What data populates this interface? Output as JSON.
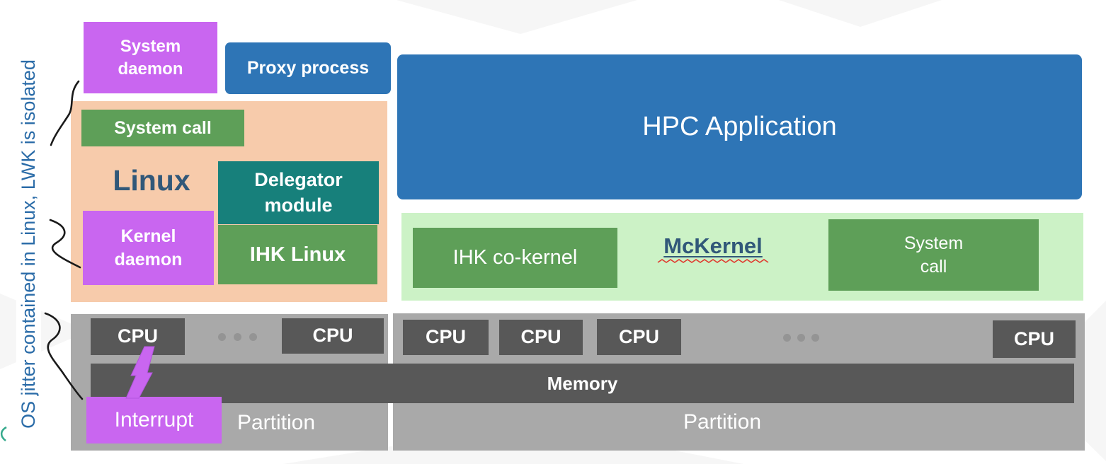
{
  "side_note": {
    "text": "OS jitter contained in Linux, LWK is isolated"
  },
  "linux_stack": {
    "system_daemon": "System\ndaemon",
    "proxy_process": "Proxy process",
    "system_call": "System call",
    "linux_label": "Linux",
    "delegator_module": "Delegator\nmodule",
    "kernel_daemon": "Kernel\ndaemon",
    "ihk_linux": "IHK Linux"
  },
  "mckernel_stack": {
    "hpc_application": "HPC Application",
    "ihk_co_kernel": "IHK co-kernel",
    "mckernel_label": "McKernel",
    "system_call": "System\ncall"
  },
  "hardware": {
    "memory_label": "Memory",
    "interrupt_label": "Interrupt",
    "left_partition": {
      "label": "Partition",
      "cpus": [
        "CPU",
        "CPU"
      ]
    },
    "right_partition": {
      "label": "Partition",
      "cpus": [
        "CPU",
        "CPU",
        "CPU",
        "CPU"
      ]
    }
  },
  "colors": {
    "purple": "#C966F0",
    "blue": "#2E75B6",
    "peach": "#F7CBAB",
    "green": "#5E9F58",
    "teal": "#17807B",
    "light_green": "#CCF2C6",
    "gray": "#A9A9A9",
    "dark_gray": "#585858",
    "navy": "#315879",
    "note_blue": "#2B6CA8",
    "wavy_red": "#E03A2F",
    "dot": "#949494"
  }
}
